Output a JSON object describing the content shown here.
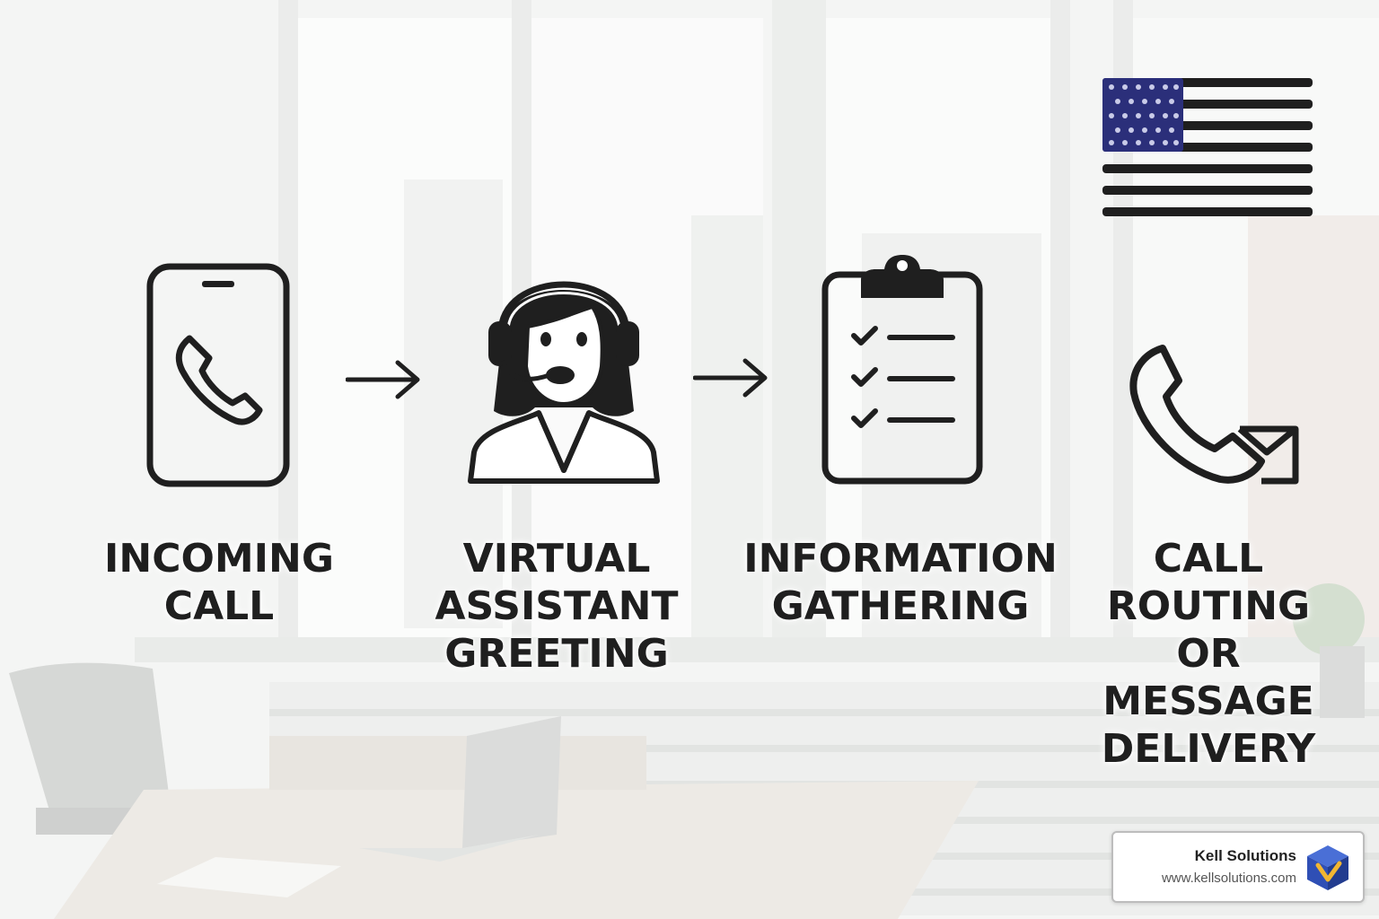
{
  "steps": [
    {
      "line1": "INCOMING",
      "line2": "CALL",
      "icon": "smartphone-call-icon"
    },
    {
      "line1": "VIRTUAL",
      "line2": "ASSISTANT",
      "line3": "GREETING",
      "icon": "headset-agent-icon"
    },
    {
      "line1": "INFORMATION",
      "line2": "GATHERING",
      "icon": "clipboard-checklist-icon"
    },
    {
      "line1": "CALL",
      "line2": "ROUTING",
      "line3": "OR",
      "line4": "MESSAGE",
      "line5": "DELIVERY",
      "icon": "phone-message-icon"
    }
  ],
  "brand": {
    "name": "Kell Solutions",
    "url": "www.kellsolutions.com",
    "icon": "cube-logo-icon"
  },
  "flag": {
    "icon": "us-flag-icon"
  },
  "colors": {
    "text": "#1f1f1f",
    "icon_stroke": "#1f1f1f",
    "flag_canton": "#2b2f7a",
    "brand_logo": "#2f4fb5"
  }
}
